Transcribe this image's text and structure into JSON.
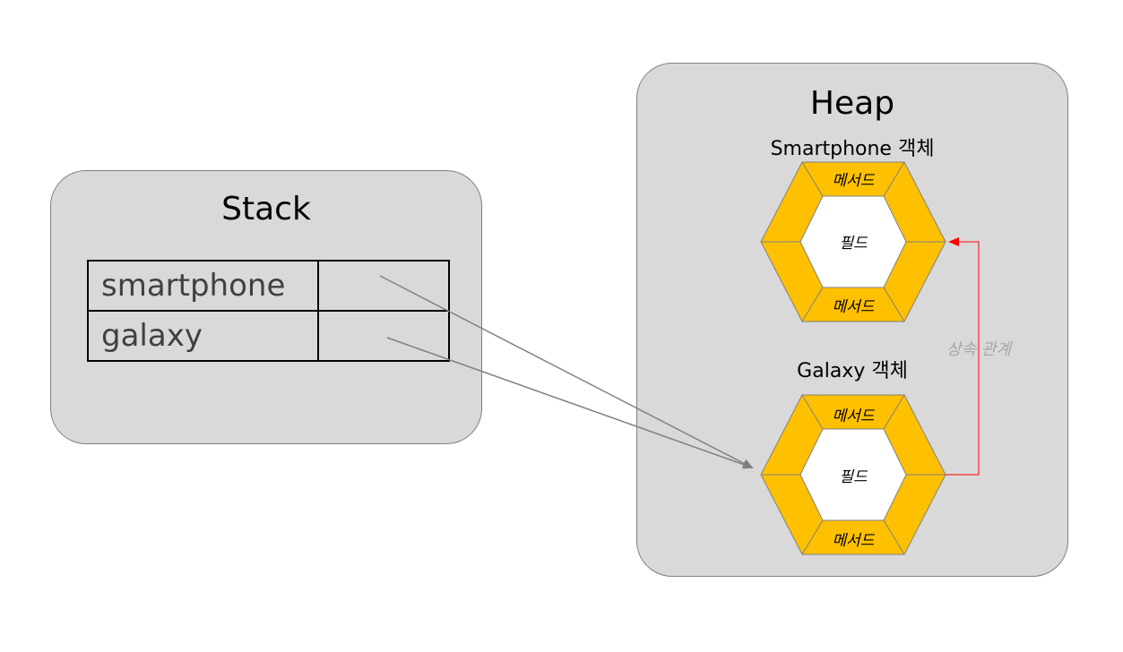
{
  "stack": {
    "title": "Stack",
    "variables": [
      {
        "name": "smartphone"
      },
      {
        "name": "galaxy"
      }
    ]
  },
  "heap": {
    "title": "Heap",
    "objects": [
      {
        "label": "Smartphone 객체",
        "method_top": "메서드",
        "field": "필드",
        "method_bottom": "메서드"
      },
      {
        "label": "Galaxy 객체",
        "method_top": "메서드",
        "field": "필드",
        "method_bottom": "메서드"
      }
    ]
  },
  "relation": {
    "label": "상속 관계"
  },
  "colors": {
    "panel": "#d9d9d9",
    "hex_ring": "#ffc000",
    "reference_arrow": "#808080",
    "inheritance_arrow": "#ff0000",
    "relation_text": "#a6a6a6"
  }
}
